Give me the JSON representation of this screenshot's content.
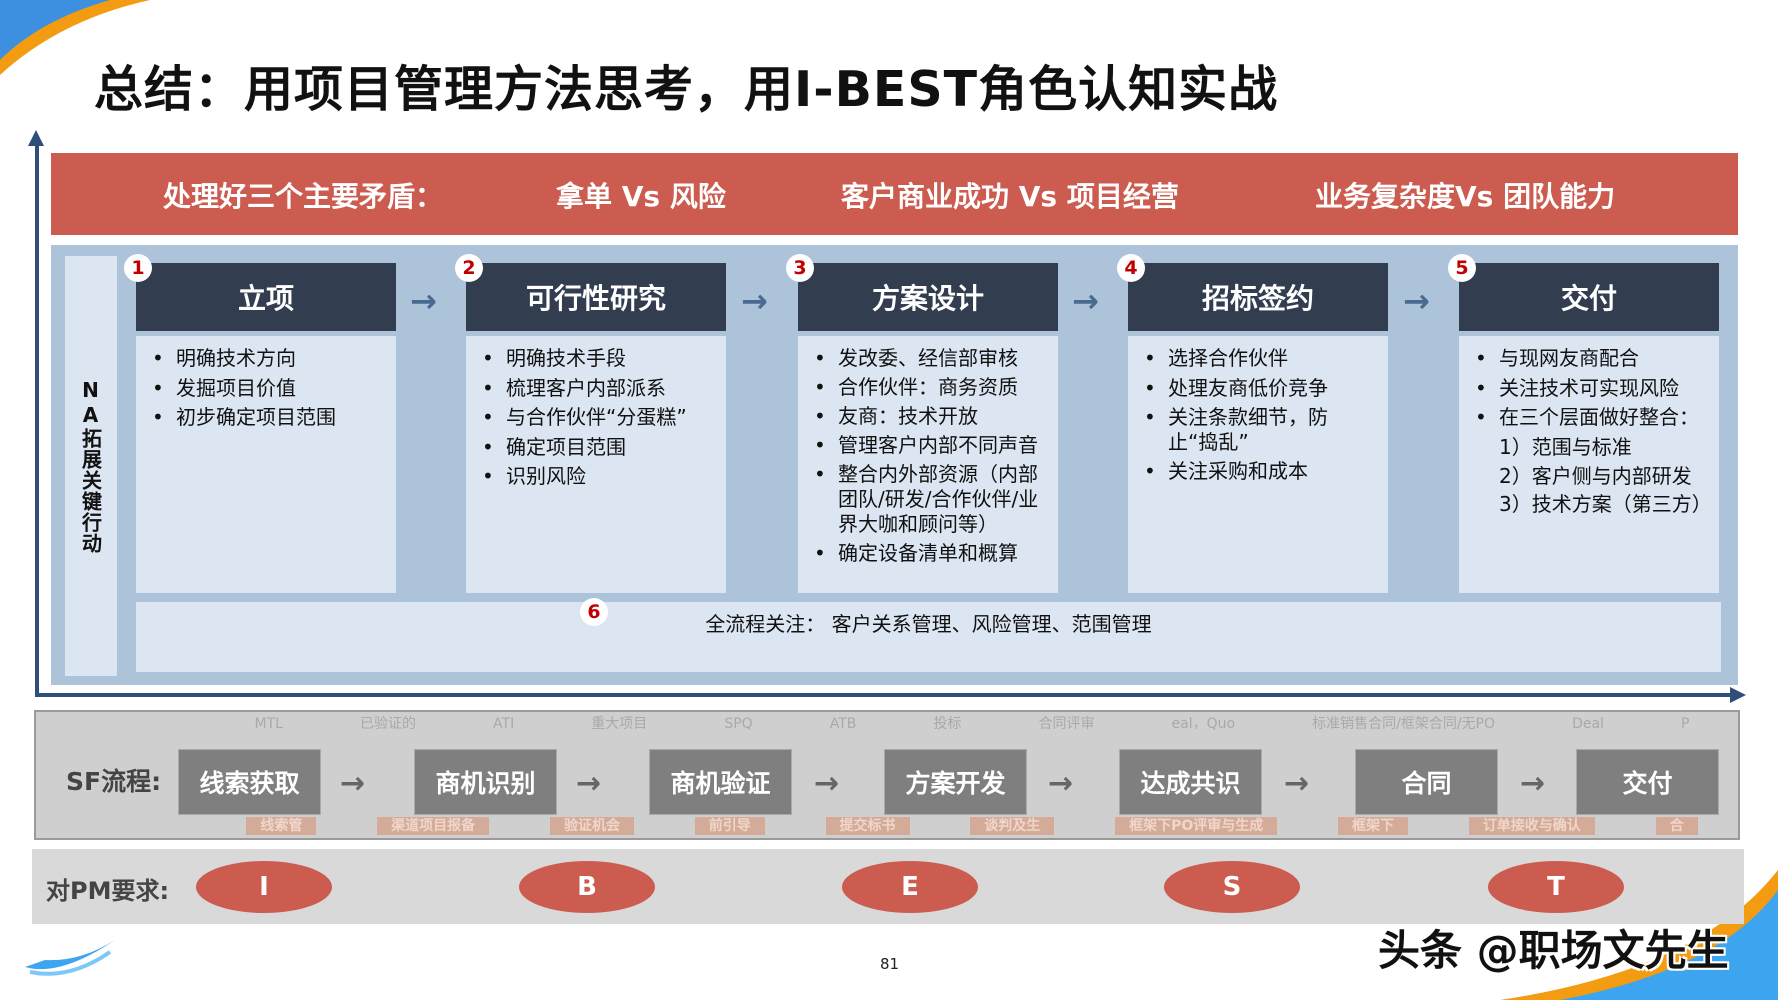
{
  "title": "总结：用项目管理方法思考，用I-BEST角色认知实战",
  "banner": {
    "label": "处理好三个主要矛盾：",
    "items": [
      "拿单 Vs 风险",
      "客户商业成功 Vs 项目经营",
      "业务复杂度Vs 团队能力"
    ]
  },
  "side_label": "NA拓展关键行动",
  "stages": [
    {
      "num": "1",
      "title": "立项",
      "items": [
        "明确技术方向",
        "发掘项目价值",
        "初步确定项目范围"
      ]
    },
    {
      "num": "2",
      "title": "可行性研究",
      "items": [
        "明确技术手段",
        "梳理客户内部派系",
        "与合作伙伴“分蛋糕”",
        "确定项目范围",
        "识别风险"
      ]
    },
    {
      "num": "3",
      "title": "方案设计",
      "items": [
        "发改委、经信部审核",
        "合作伙伴：商务资质",
        "友商：技术开放",
        "管理客户内部不同声音",
        "整合内外部资源（内部团队/研发/合作伙伴/业界大咖和顾问等）",
        "确定设备清单和概算"
      ]
    },
    {
      "num": "4",
      "title": "招标签约",
      "items": [
        "选择合作伙伴",
        "处理友商低价竞争",
        "关注条款细节，防止“捣乱”",
        "关注采购和成本"
      ]
    },
    {
      "num": "5",
      "title": "交付",
      "items": [
        "与现网友商配合",
        "关注技术可实现风险",
        "在三个层面做好整合："
      ],
      "sub": [
        "1）范围与标准",
        "2）客户侧与内部研发",
        "3）技术方案（第三方）"
      ]
    }
  ],
  "all_process": {
    "num": "6",
    "text": "全流程关注：  客户关系管理、风险管理、范围管理"
  },
  "sf": {
    "label": "SF流程:",
    "steps": [
      "线索获取",
      "商机识别",
      "商机验证",
      "方案开发",
      "达成共识",
      "合同",
      "交付"
    ],
    "background_text": [
      "MTL",
      "已验证的",
      "线索管",
      "ATI",
      "重大项目",
      "验证机会",
      "渠道项目报备",
      "前引导",
      "SPQ",
      "ATB",
      "投标",
      "提交标书",
      "合同评审",
      "谈判及生",
      "eal，Quo",
      "框架下PO评审与生成",
      "标准销售合同/框架合同/无PO",
      "Deal",
      "P",
      "框架下",
      "订单接收与确认",
      "合"
    ]
  },
  "pm": {
    "label": "对PM要求:",
    "letters": [
      "I",
      "B",
      "E",
      "S",
      "T"
    ]
  },
  "page_number": "81",
  "watermark": "头条 @职场文先生",
  "colors": {
    "banner": "#cd5c50",
    "header": "#333d50",
    "panel": "#adc3d9",
    "card": "#dce6f2",
    "sf_box": "#7f7f7f"
  }
}
